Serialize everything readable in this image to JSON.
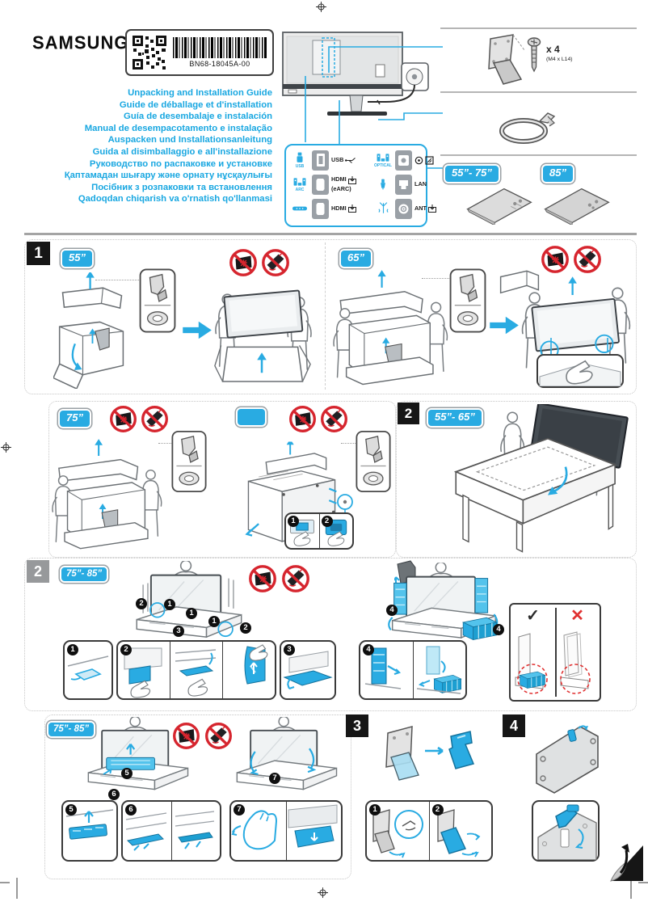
{
  "brand": "SAMSUNG",
  "label": {
    "part_number": "BN68-18045A-00"
  },
  "titles": [
    "Unpacking and Installation Guide",
    "Guide de déballage et d'installation",
    "Guía de desembalaje e instalación",
    "Manual de desempacotamento e instalação",
    "Auspacken und Installationsanleitung",
    "Guida al disimballaggio e all'installazione",
    "Руководство по распаковке и установке",
    "Қаптамадан шығару және орнату нұсқаулығы",
    "Посібник з розпаковки та встановлення",
    "Qadoqdan chiqarish va o'rnatish qo'llanmasi"
  ],
  "ports": {
    "left": [
      {
        "device_label": "USB",
        "label": "USB"
      },
      {
        "device_label": "ARC",
        "label": "HDMI",
        "label2": "(eARC)"
      },
      {
        "device_label": "",
        "label": "HDMI"
      }
    ],
    "right": [
      {
        "device_label": "OPTICAL",
        "label": ""
      },
      {
        "device_label": "",
        "label": "LAN"
      },
      {
        "device_label": "",
        "label": "ANT"
      }
    ]
  },
  "accessories": {
    "screw_qty": "x 4",
    "screw_spec": "(M4 x L14)",
    "stand_sizes": [
      "55”- 75”",
      "85”"
    ]
  },
  "sections": {
    "one": {
      "num": "1",
      "size_a": "55”",
      "size_b": "65”"
    },
    "mid": {
      "size_a": "75”",
      "size_b": "",
      "num": "2",
      "size_c": "55”- 65”"
    },
    "two": {
      "num": "2",
      "size": "75”- 85”"
    },
    "bottom": {
      "size": "75”- 85”"
    },
    "wall": {
      "num3": "3",
      "num4": "4"
    }
  },
  "steps": [
    "1",
    "2",
    "3",
    "4",
    "5",
    "6",
    "7"
  ],
  "compare": {
    "ok": "✓",
    "bad": "✕"
  },
  "colors": {
    "accent": "#29abe2",
    "title_blue": "#18a7e1",
    "prohibit_red": "#d6252e"
  }
}
